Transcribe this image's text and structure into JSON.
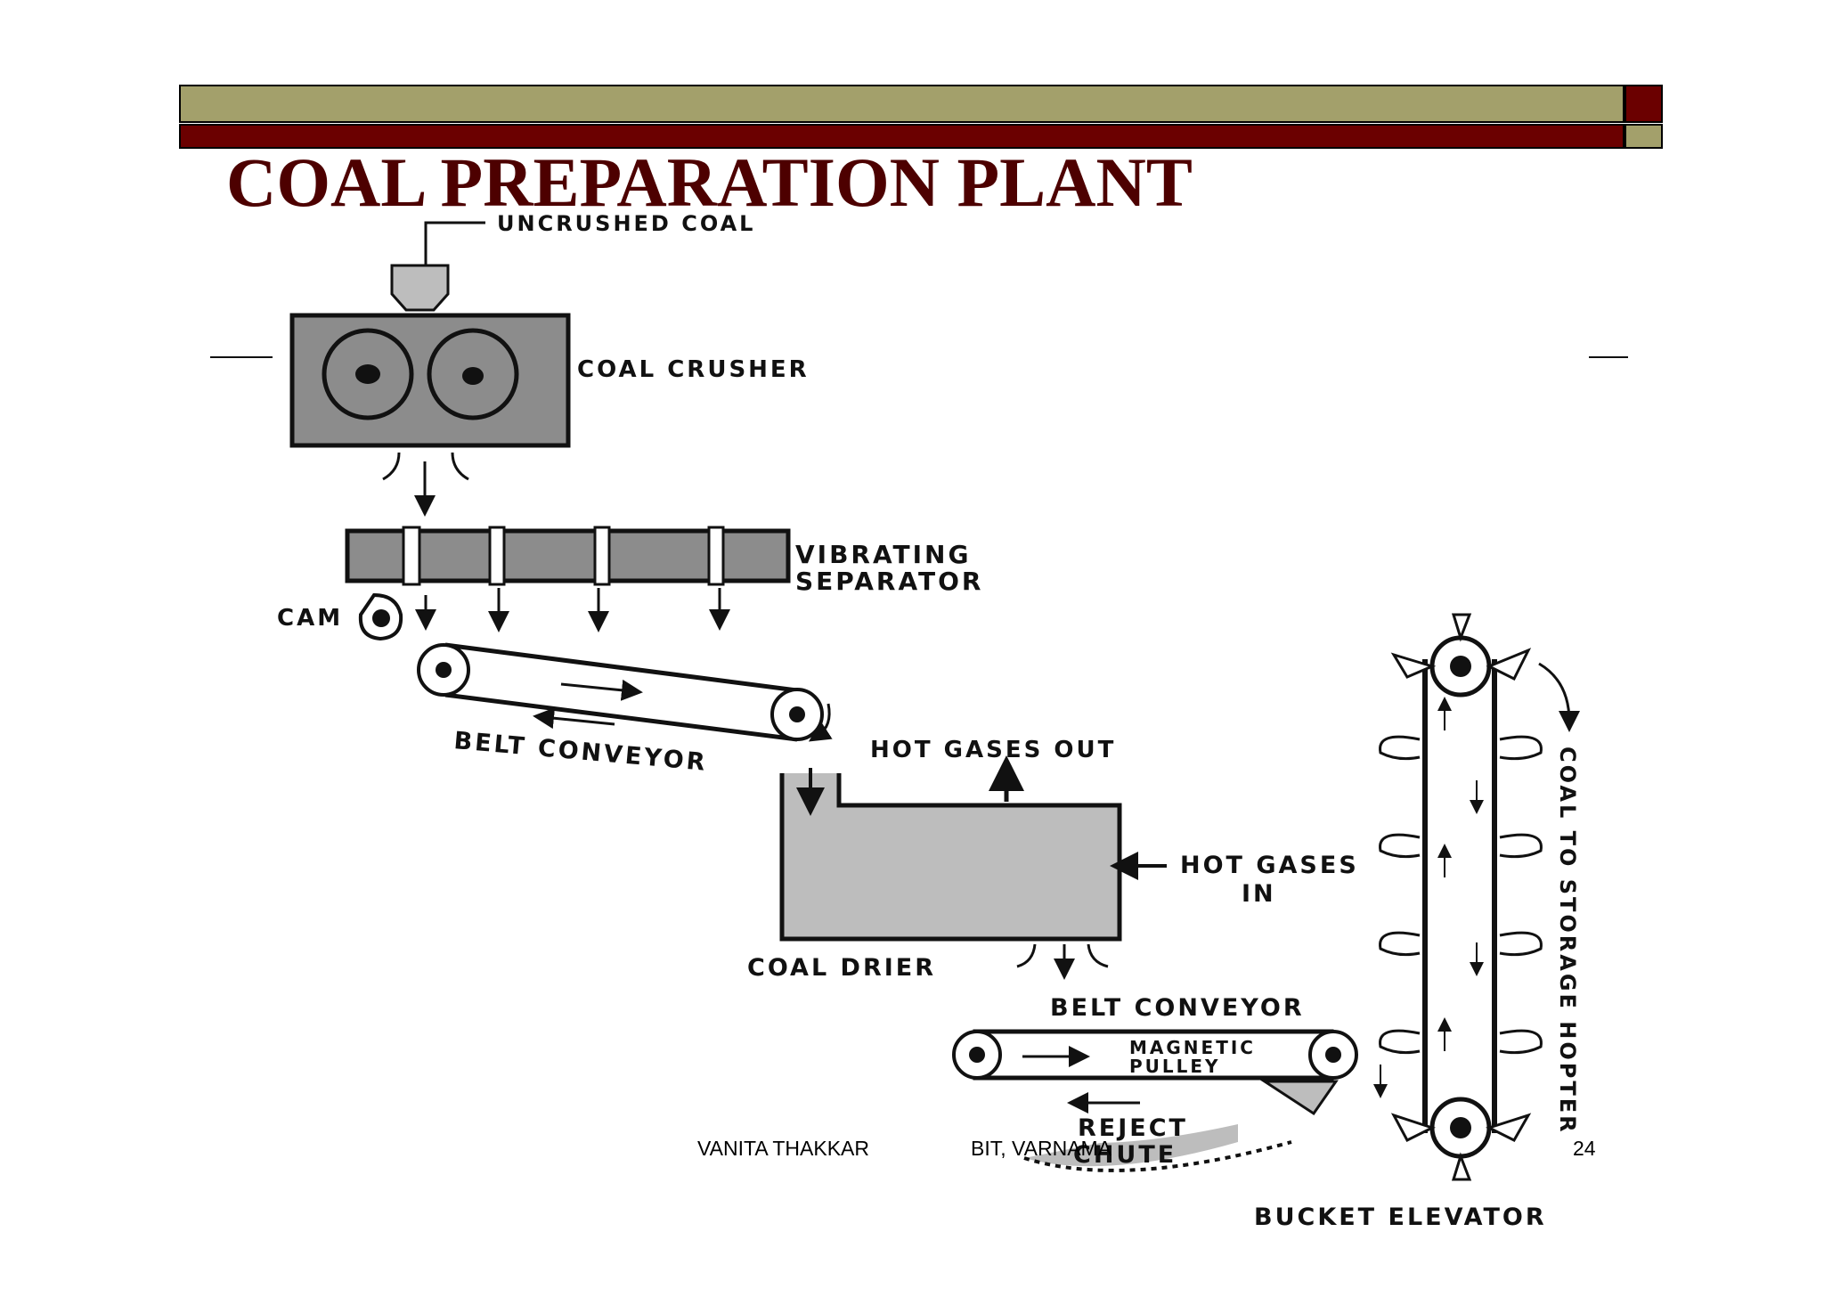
{
  "slide": {
    "title": "COAL PREPARATION PLANT",
    "colors": {
      "olive": "#a3a06b",
      "maroon": "#6b0000",
      "title": "#4d0000",
      "equipment_fill": "#8c8c8c",
      "drier_fill": "#bdbdbd"
    }
  },
  "diagram": {
    "labels": {
      "uncrushed_coal": "UNCRUSHED COAL",
      "coal_crusher": "COAL CRUSHER",
      "vibrating": "VIBRATING",
      "separator": "SEPARATOR",
      "cam": "CAM",
      "belt_conveyor_1": "BELT CONVEYOR",
      "hot_gases_out": "HOT GASES OUT",
      "hot_gases": "HOT GASES",
      "in": "IN",
      "coal_drier": "COAL DRIER",
      "belt_conveyor_2": "BELT CONVEYOR",
      "magnetic": "MAGNETIC",
      "pulley": "PULLEY",
      "reject": "REJECT",
      "chute": "CHUTE",
      "bucket_elevator": "BUCKET ELEVATOR",
      "coal_to_storage_hopper": "COAL TO STORAGE HOPTER"
    }
  },
  "footer": {
    "author": "VANITA THAKKAR",
    "institute": "BIT, VARNAMA",
    "page_number": "24"
  }
}
